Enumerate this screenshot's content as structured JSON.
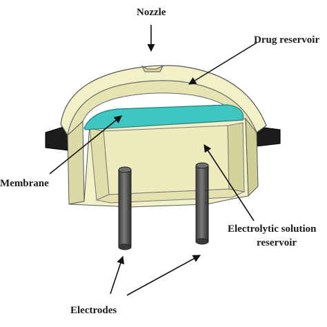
{
  "labels": {
    "nozzle": "Nozzle",
    "drug_reservoir": "Drug reservoir",
    "membrane": "Membrane",
    "electrolytic_line1": "Electrolytic solution",
    "electrolytic_line2": "reservoir",
    "electrodes": "Electrodes"
  },
  "colors": {
    "housing": "#f2f0c6",
    "housing_shade": "#dcd9a6",
    "housing_dark": "#c7c48f",
    "membrane": "#3ec6c3",
    "electrode": "#5a5a5a",
    "base_ring": "#1c1c1c"
  }
}
